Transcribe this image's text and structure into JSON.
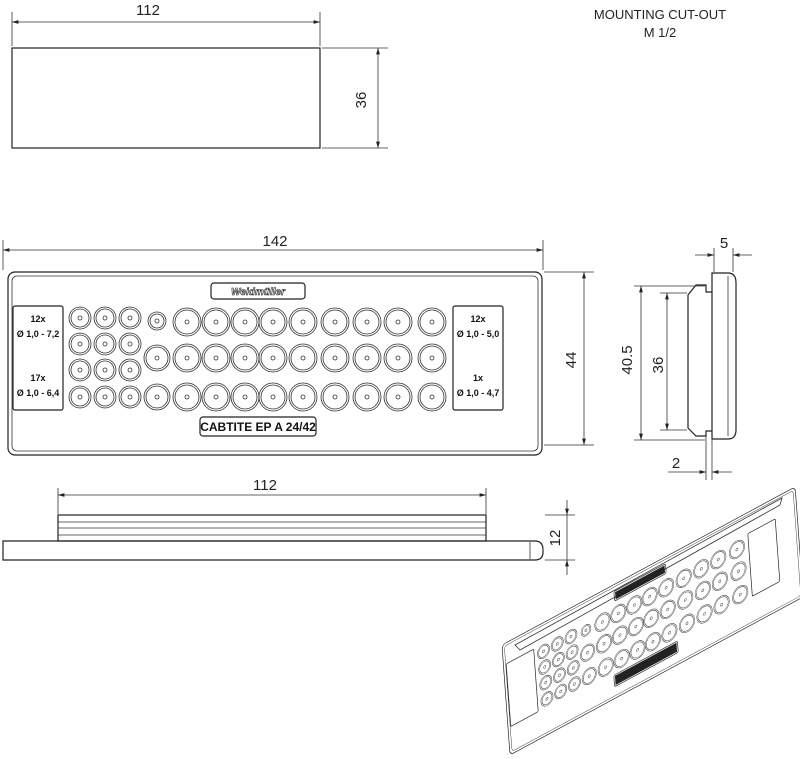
{
  "title": {
    "line1": "MOUNTING CUT-OUT",
    "line2": "M 1/2"
  },
  "dimensions": {
    "cutout_width": "112",
    "cutout_height": "36",
    "overall_width": "142",
    "overall_height": "44",
    "side_thickness": "5",
    "side_outer_height": "40.5",
    "side_inner_height": "36",
    "side_flange": "2",
    "bottom_body_width": "112",
    "bottom_height": "12"
  },
  "plate": {
    "brand": "Weidmüller",
    "product": "CABTITE  EP A 24/42",
    "left_label": {
      "count1": "12x",
      "range1": "Ø 1,0 - 7,2",
      "count2": "17x",
      "range2": "Ø 1,0 - 6,4"
    },
    "right_label": {
      "count1": "12x",
      "range1": "Ø 1,0 - 5,0",
      "count2": "1x",
      "range2": "Ø 1,0 - 4,7"
    }
  },
  "colors": {
    "line": "#222222",
    "background": "#ffffff"
  }
}
